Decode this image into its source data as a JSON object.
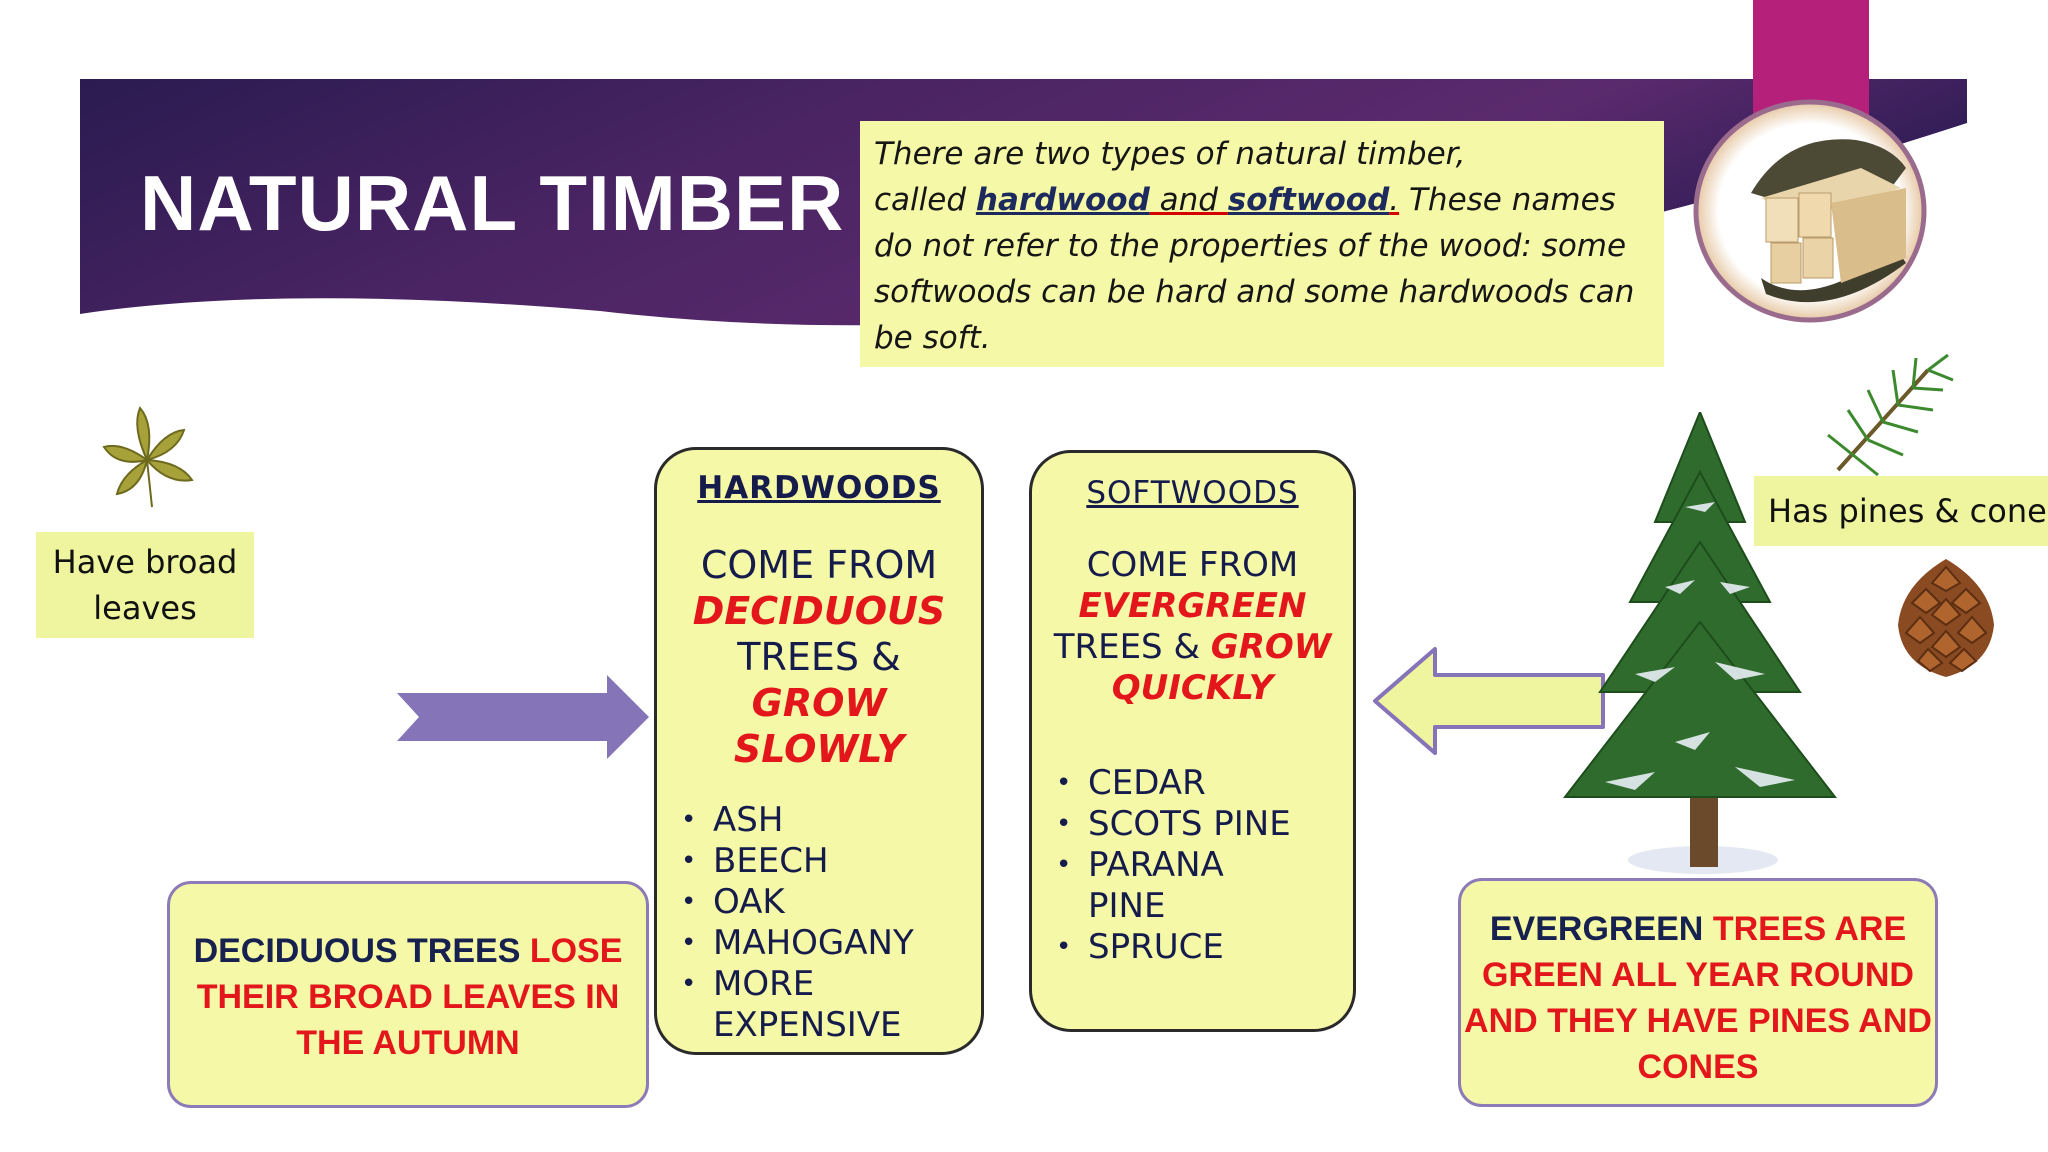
{
  "header": {
    "title": "NATURAL TIMBER",
    "intro": {
      "line1": "There are two types of natural timber,",
      "called": "called ",
      "hardwood": "hardwood",
      "and": " and ",
      "softwood": "softwood",
      "period": ".",
      "rest": " These names do not refer to the properties of the wood: some softwoods can be hard and some hardwoods can be soft."
    }
  },
  "labels": {
    "broad_leaves": "Have broad leaves",
    "pines_cones": "Has pines & cones"
  },
  "hardwoods": {
    "heading": "HARDWOODS",
    "come_from": "COME FROM",
    "tree_type": "DECIDUOUS",
    "trees_and": "TREES &",
    "grow": "GROW",
    "speed": "SLOWLY",
    "items": [
      "ASH",
      "BEECH",
      "OAK",
      "MAHOGANY",
      "MORE EXPENSIVE"
    ]
  },
  "softwoods": {
    "heading": "SOFTWOODS",
    "come_from": "COME FROM",
    "tree_type": "EVERGREEN",
    "trees_and": "TREES & ",
    "grow": "GROW",
    "speed": "QUICKLY",
    "items": [
      "CEDAR",
      "SCOTS PINE",
      "PARANA PINE",
      "SPRUCE"
    ]
  },
  "deciduous_note": {
    "navy": "DECIDUOUS TREES ",
    "red": "LOSE THEIR BROAD LEAVES IN THE AUTUMN"
  },
  "evergreen_note": {
    "navy": "EVERGREEN ",
    "red": "TREES ARE GREEN ALL YEAR ROUND AND THEY HAVE PINES AND CONES"
  },
  "icons": [
    "leaf-icon",
    "pine-branch-icon",
    "pine-cone-icon",
    "evergreen-tree-icon",
    "timber-log-icon",
    "right-arrow-icon",
    "left-arrow-icon"
  ],
  "colors": {
    "banner_dark": "#2b1d52",
    "banner_mid": "#5e2a6f",
    "card_fill": "#f5f8a6",
    "accent_red": "#e3161b",
    "text_navy": "#151b4a",
    "arrow_purple": "#8574b8",
    "magenta": "#b5207a"
  }
}
